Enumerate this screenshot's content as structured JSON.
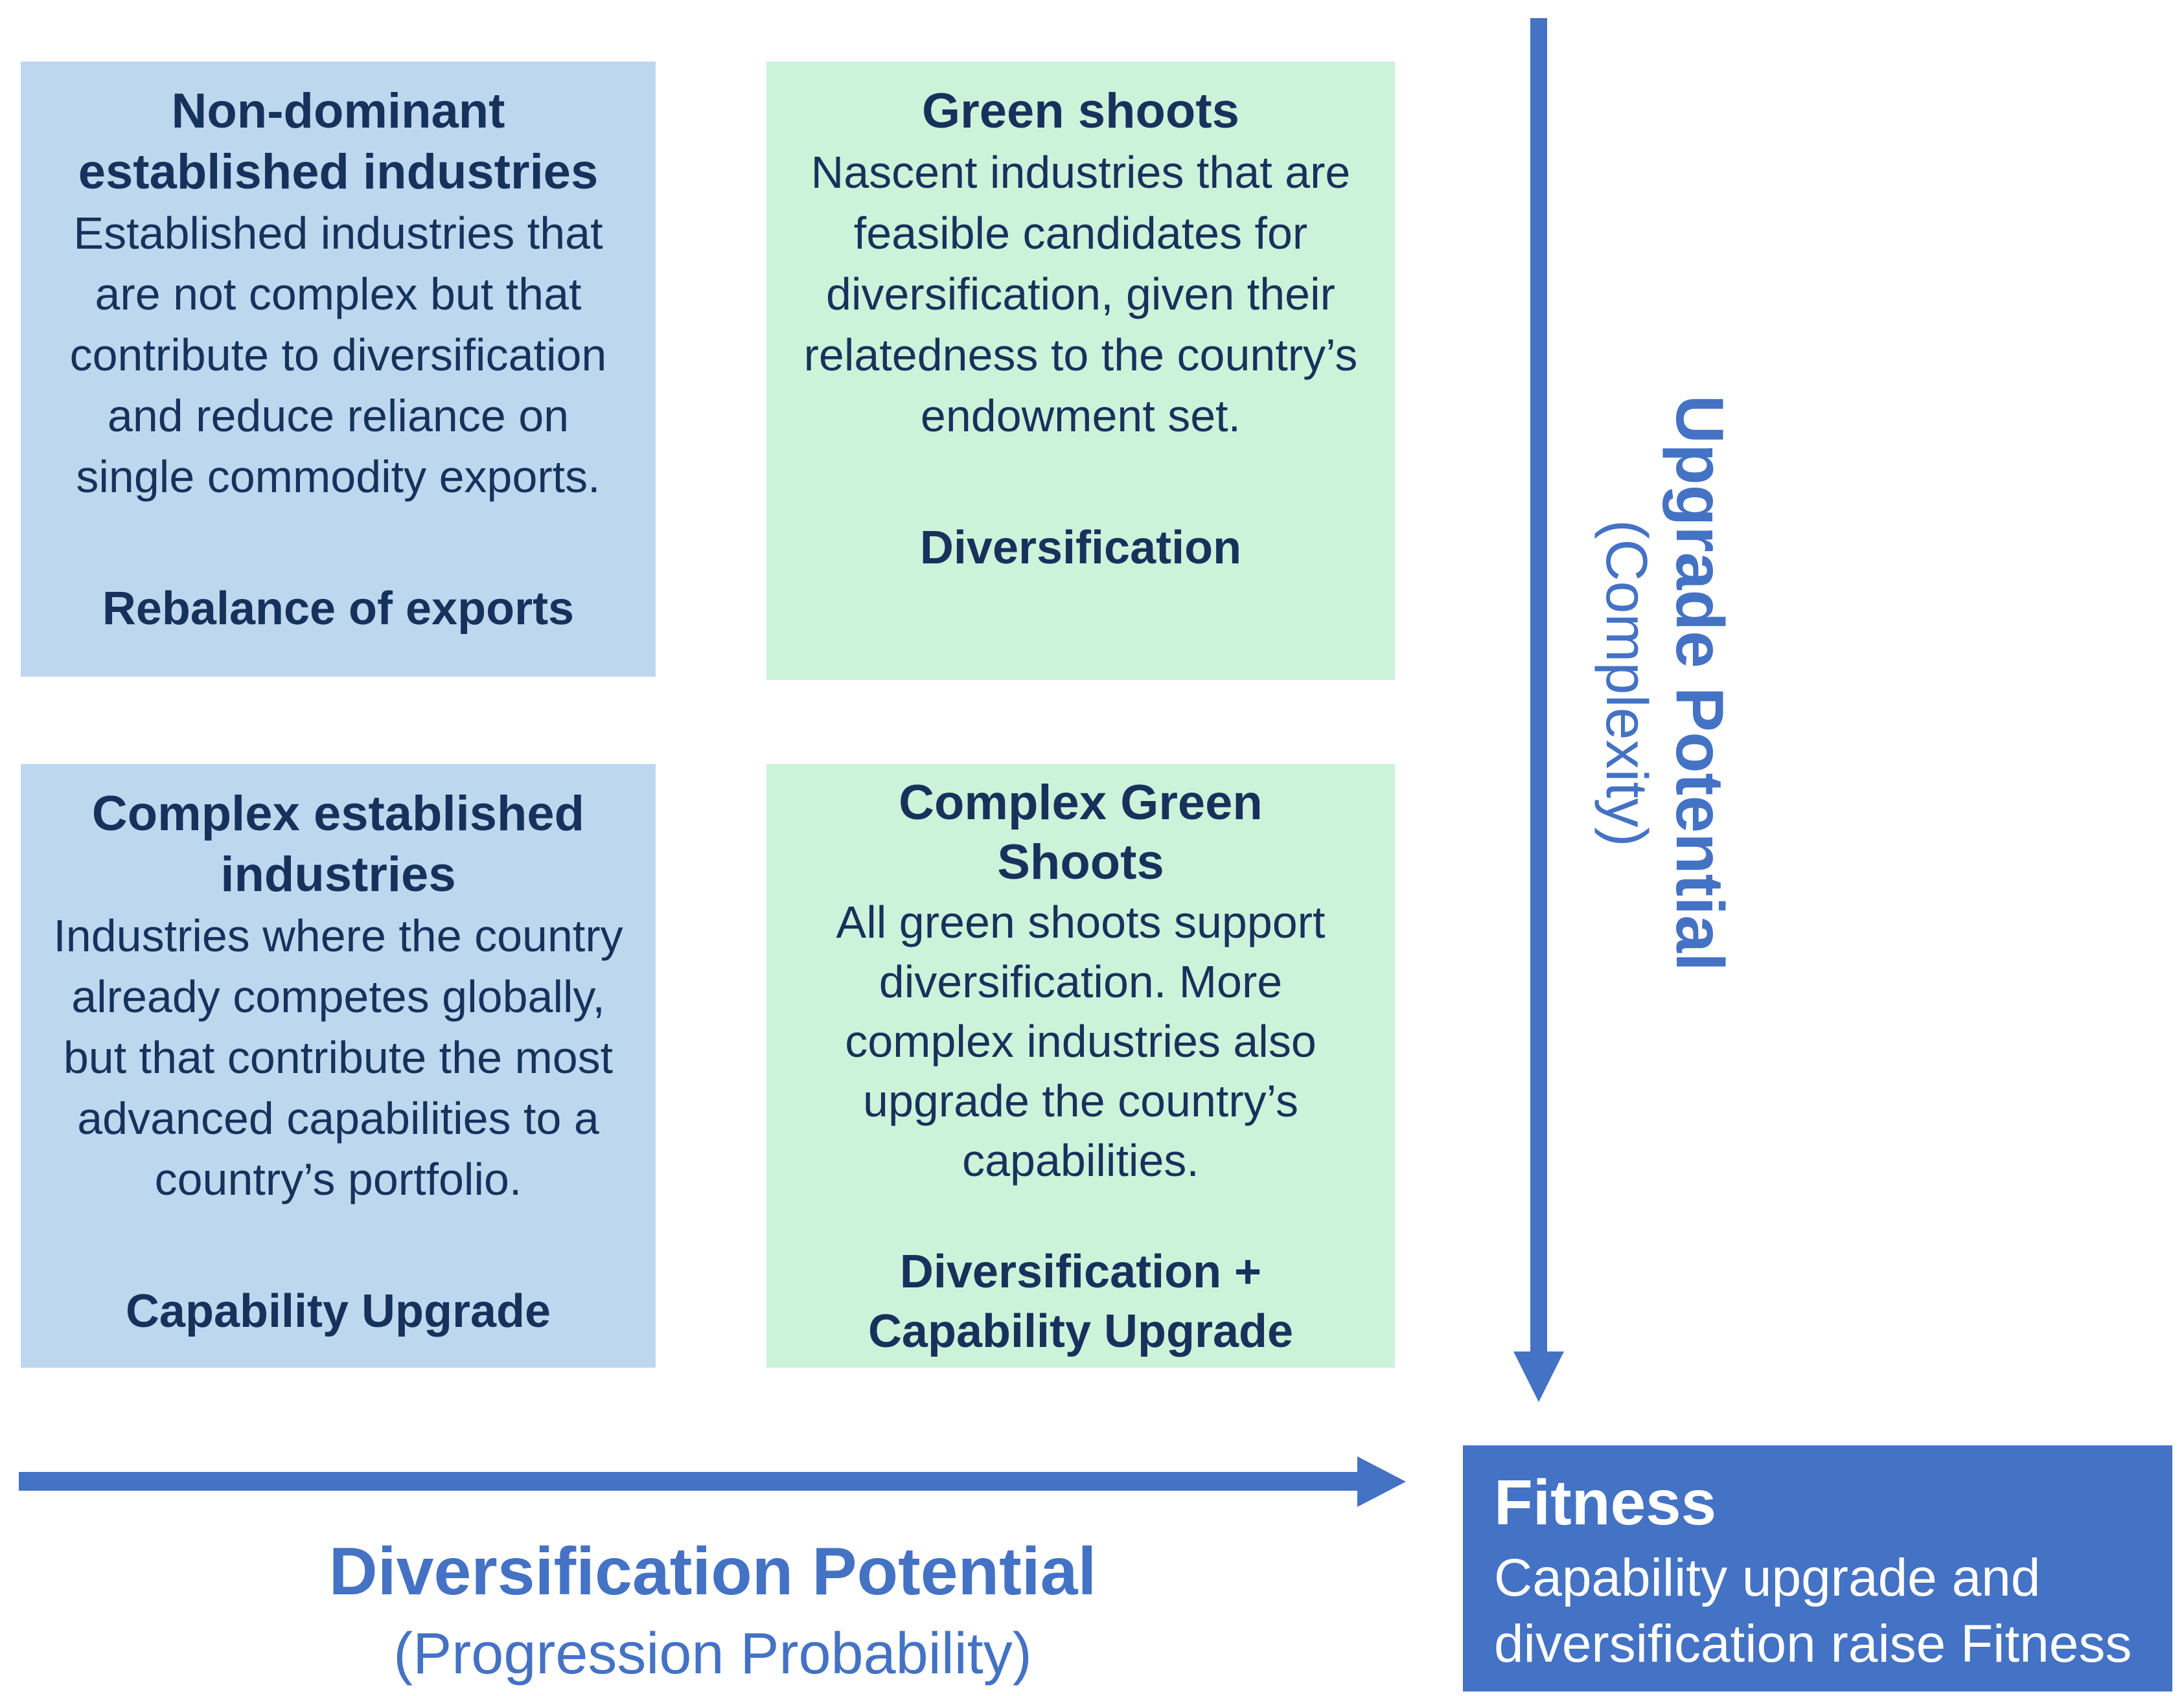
{
  "colors": {
    "accent_blue": "#4472C4",
    "light_blue": "#BDD7EE",
    "light_green": "#CBF3DA",
    "navy_text": "#16325C",
    "white_text": "#FFFFFF"
  },
  "quadrants": {
    "top_left": {
      "title_lines": [
        "Non-dominant",
        "established industries"
      ],
      "body_lines": [
        "Established industries that",
        "are not complex but that",
        "contribute to diversification",
        "and reduce reliance on",
        "single commodity exports."
      ],
      "tagline_lines": [
        "Rebalance of exports"
      ]
    },
    "top_right": {
      "title_lines": [
        "Green shoots"
      ],
      "body_lines": [
        "Nascent industries that are",
        "feasible candidates for",
        "diversification, given their",
        "relatedness to the country’s",
        "endowment set."
      ],
      "tagline_lines": [
        "Diversification"
      ]
    },
    "bottom_left": {
      "title_lines": [
        "Complex established",
        "industries"
      ],
      "body_lines": [
        "Industries where the country",
        "already competes globally,",
        "but that contribute the most",
        "advanced capabilities to a",
        "country’s portfolio."
      ],
      "tagline_lines": [
        "Capability Upgrade"
      ]
    },
    "bottom_right": {
      "title_lines": [
        "Complex Green",
        "Shoots"
      ],
      "body_lines": [
        "All green shoots support",
        "diversification. More",
        "complex industries also",
        "upgrade the country’s",
        "capabilities."
      ],
      "tagline_lines": [
        "Diversification +",
        "Capability Upgrade"
      ]
    }
  },
  "axes": {
    "vertical": {
      "label": "Upgrade Potential",
      "sublabel": "(Complexity)"
    },
    "horizontal": {
      "label": "Diversification Potential",
      "sublabel": "(Progression Probability)"
    }
  },
  "fitness": {
    "title": "Fitness",
    "body_lines": [
      "Capability upgrade and",
      "diversification raise Fitness"
    ]
  }
}
